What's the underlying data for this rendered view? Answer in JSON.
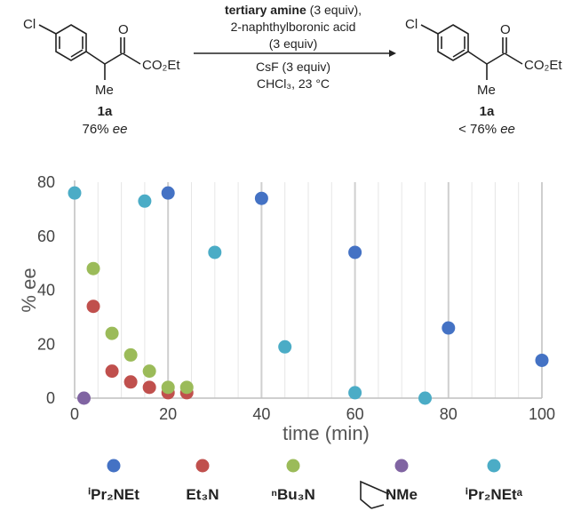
{
  "scheme": {
    "reactant_label": "1a",
    "reactant_ee_value": "76%",
    "reactant_ee_unit": "ee",
    "product_label": "1a",
    "product_ee_value": "< 76%",
    "product_ee_unit": "ee",
    "atom_cl": "Cl",
    "atom_o": "O",
    "atom_me": "Me",
    "group_co2et": "CO₂Et",
    "condition_1_bold": "tertiary amine",
    "condition_1_rest": " (3 equiv),",
    "condition_2": "2-naphthylboronic acid",
    "condition_3": "(3 equiv)",
    "condition_4": "CsF (3 equiv)",
    "condition_5": "CHCl₃, 23 °C"
  },
  "chart_data": {
    "type": "scatter",
    "xlabel": "time (min)",
    "ylabel": "% ee",
    "xlim": [
      0,
      100
    ],
    "ylim": [
      0,
      80
    ],
    "xticks": [
      0,
      20,
      40,
      60,
      80,
      100
    ],
    "yticks": [
      0,
      20,
      40,
      60,
      80
    ],
    "grid": "vertical",
    "legend_position": "bottom",
    "series": [
      {
        "name": "ⁱPr₂NEt",
        "color": "#4472c4",
        "points": [
          [
            20,
            76
          ],
          [
            40,
            74
          ],
          [
            60,
            54
          ],
          [
            80,
            26
          ],
          [
            100,
            14
          ]
        ]
      },
      {
        "name": "Et₃N",
        "color": "#c0504d",
        "points": [
          [
            4,
            34
          ],
          [
            8,
            10
          ],
          [
            12,
            6
          ],
          [
            16,
            4
          ],
          [
            20,
            2
          ],
          [
            24,
            2
          ]
        ]
      },
      {
        "name": "ⁿBu₃N",
        "color": "#9bbb59",
        "points": [
          [
            4,
            48
          ],
          [
            8,
            24
          ],
          [
            12,
            16
          ],
          [
            16,
            10
          ],
          [
            20,
            4
          ],
          [
            24,
            4
          ]
        ]
      },
      {
        "name": "NMe",
        "color": "#8064a2",
        "legend_icon": "pyrrolidine-ring",
        "points": [
          [
            2,
            0
          ]
        ]
      },
      {
        "name": "ⁱPr₂NEtᵃ",
        "color": "#4bacc6",
        "points": [
          [
            0,
            76
          ],
          [
            15,
            73
          ],
          [
            30,
            54
          ],
          [
            45,
            19
          ],
          [
            60,
            2
          ],
          [
            75,
            0
          ]
        ]
      }
    ]
  }
}
